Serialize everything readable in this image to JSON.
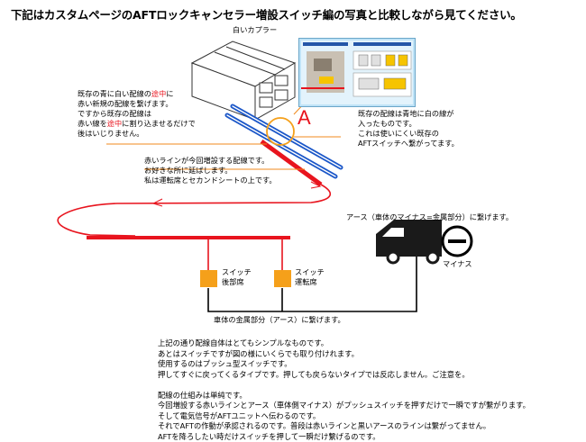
{
  "title": "下記はカスタムページのAFTロックキャンセラー増設スイッチ編の写真と比較しながら見てください。",
  "coupler_label": "白いカプラー",
  "point_label": "A",
  "left_note": {
    "line1_a": "既存の青に白い配線の",
    "line1_b": "途中",
    "line1_c": "に",
    "line2": "赤い新規の配線を繋げます。",
    "line3": "ですから既存の配線は",
    "line4_a": "赤い線を",
    "line4_b": "途中",
    "line4_c": "に割り込ませるだけで",
    "line5": "後はいじりません。"
  },
  "right_note": {
    "lines": [
      "既存の配線は青地に白の線が",
      "入ったものです。",
      "これは使いにくい既存の",
      "AFTスイッチへ繋がってます。"
    ]
  },
  "red_note": {
    "lines": [
      "赤いラインが今回増設する配線です。",
      "お好きな所に延ばします。",
      "私は運転席とセカンドシートの上です。"
    ]
  },
  "ground_note": "アース（車体のマイナス=金属部分）に繋げます。",
  "minus_label": "マイナス",
  "switch_rear": [
    "スイッチ",
    "後部席"
  ],
  "switch_driver": [
    "スイッチ",
    "運転席"
  ],
  "body_note": "車体の金属部分（アース）に繋げます。",
  "bottom_text": {
    "lines": [
      "上記の通り配線自体はとてもシンプルなものです。",
      "あとはスイッチですが図の様にいくらでも取り付けれます。",
      "使用するのはプッシュ型スイッチです。",
      "押してすぐに戻ってくるタイプです。押しても戻らないタイプでは反応しません。ご注意を。",
      "",
      "配線の仕組みは単純です。",
      "今回増設する赤いラインとアース（車体側マイナス）がプッシュスイッチを押すだけで一瞬ですが繋がります。",
      "そして電気信号がAFTユニットへ伝わるのです。",
      "それでAFTの作動が承認されるのです。普段は赤いラインと黒いアースのラインは繋がってません。",
      "AFTを降ろしたい時だけスイッチを押して一瞬だけ繋げるのです。"
    ]
  },
  "colors": {
    "red_wire": "#e8141e",
    "blue_wire": "#1a56c8",
    "orange": "#f5a01a",
    "highlight": "#e8141e",
    "annotation_line": "#f08a1c"
  }
}
